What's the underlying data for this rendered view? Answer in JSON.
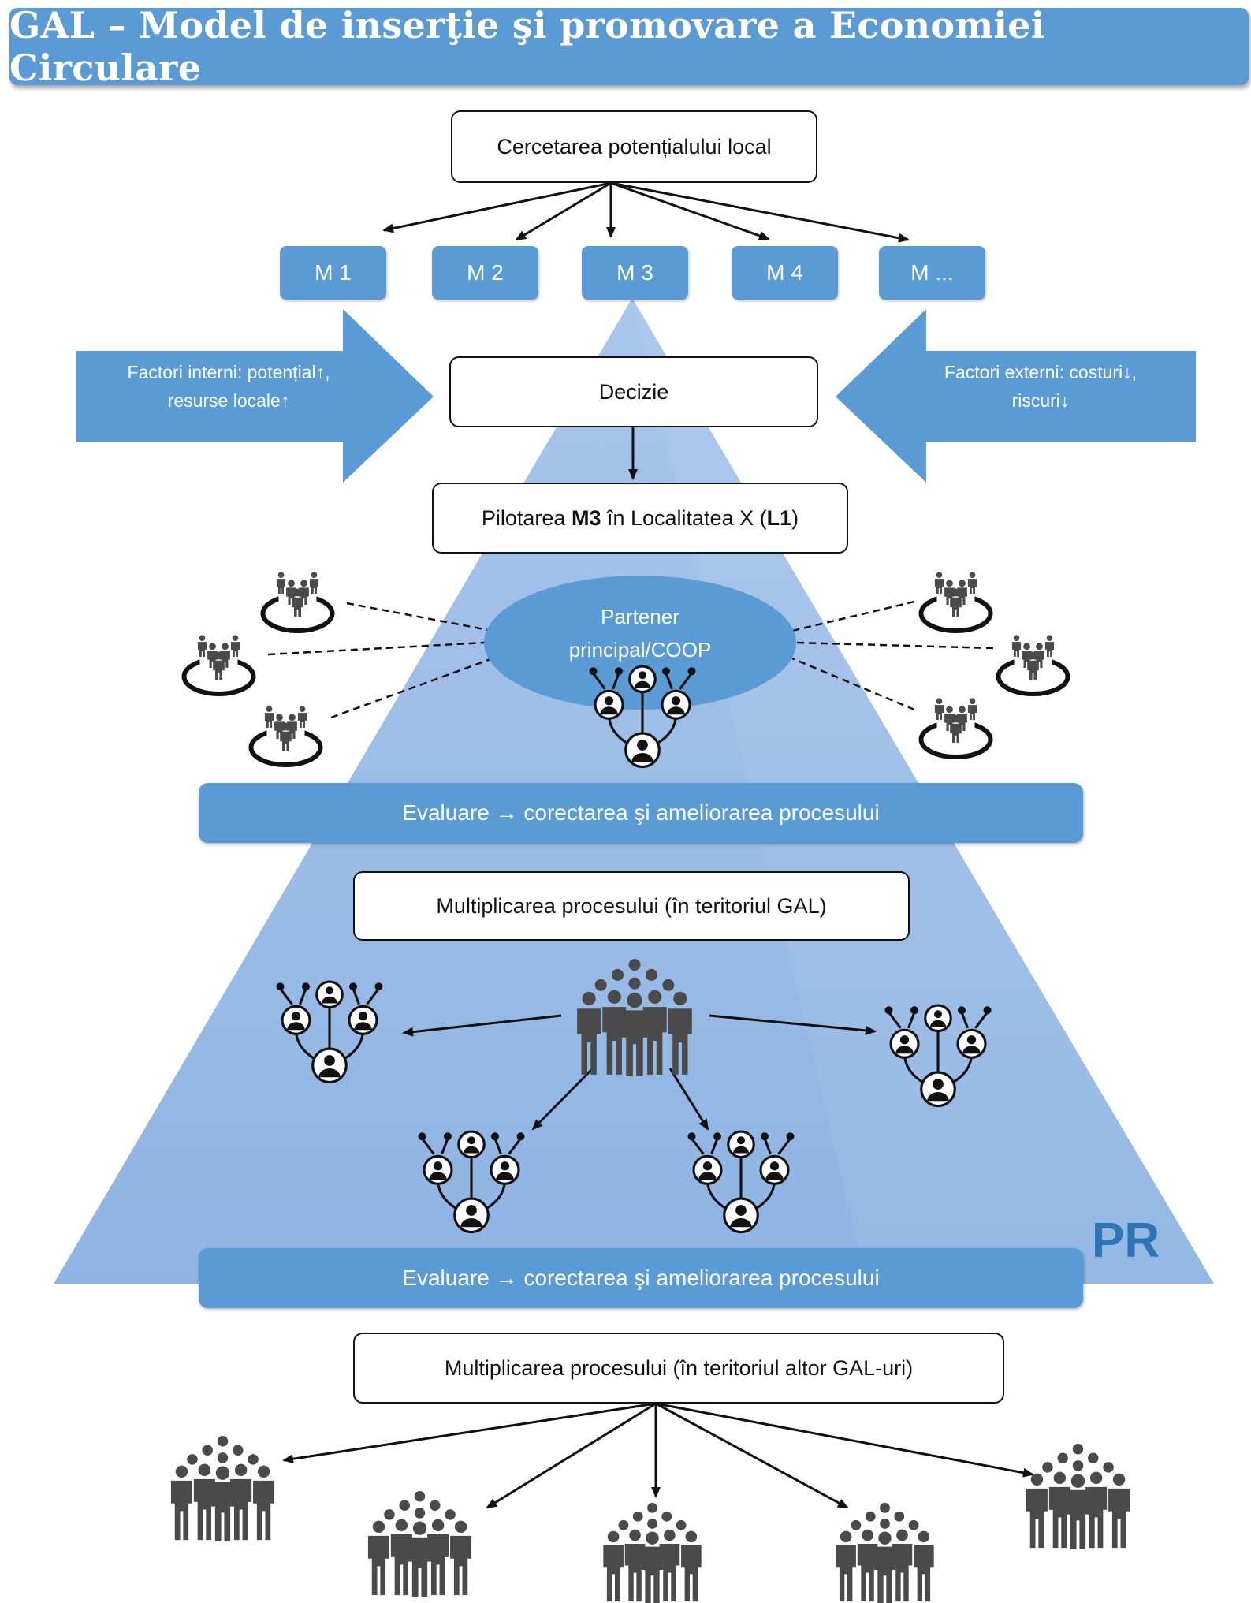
{
  "title": "GAL – Model de inserţie şi promovare a Economiei Circulare",
  "research_box": "Cercetarea potențialului local",
  "measures": [
    "M 1",
    "M 2",
    "M 3",
    "M 4",
    "M ..."
  ],
  "factors_internal": {
    "line1": "Factori interni: potențial↑,",
    "line2": "resurse locale↑"
  },
  "factors_external": {
    "line1": "Factori externi: costuri↓,",
    "line2": "riscuri↓"
  },
  "decision_box": "Decizie",
  "pilot": {
    "prefix": "Pilotarea ",
    "measure": "M3",
    "middle": " în Localitatea X (",
    "location": "L1",
    "suffix": ")"
  },
  "partner": {
    "line1": "Partener",
    "line2": "principal/COOP"
  },
  "evaluation_1": "Evaluare → corectarea şi ameliorarea procesului",
  "multiplication_gal": "Multiplicarea procesului (în teritoriul GAL)",
  "pyramid_label": "PR",
  "evaluation_2": "Evaluare → corectarea şi ameliorarea procesului",
  "multiplication_other": "Multiplicarea procesului (în teritoriul altor GAL-uri)",
  "icons": {
    "group_circle": "group-in-circle-icon",
    "network": "network-icon",
    "crowd": "crowd-icon"
  },
  "colors": {
    "accent": "#5b9bd5",
    "pyramid_light": "#b7cfee",
    "pyramid_mid": "#8db3e2",
    "pr_text": "#2e75b6"
  }
}
